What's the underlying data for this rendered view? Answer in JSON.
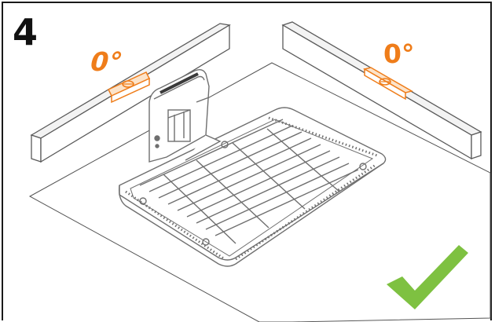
{
  "step": {
    "number": "4"
  },
  "levels": {
    "left": {
      "angle_label": "0°"
    },
    "right": {
      "angle_label": "0°"
    }
  },
  "status": {
    "icon": "check-mark-icon",
    "meaning": "correct"
  },
  "colors": {
    "accent_orange": "#ef7d1a",
    "check_green": "#7ec141",
    "line_gray": "#6f6f6f",
    "frame_black": "#1a1a1a"
  }
}
